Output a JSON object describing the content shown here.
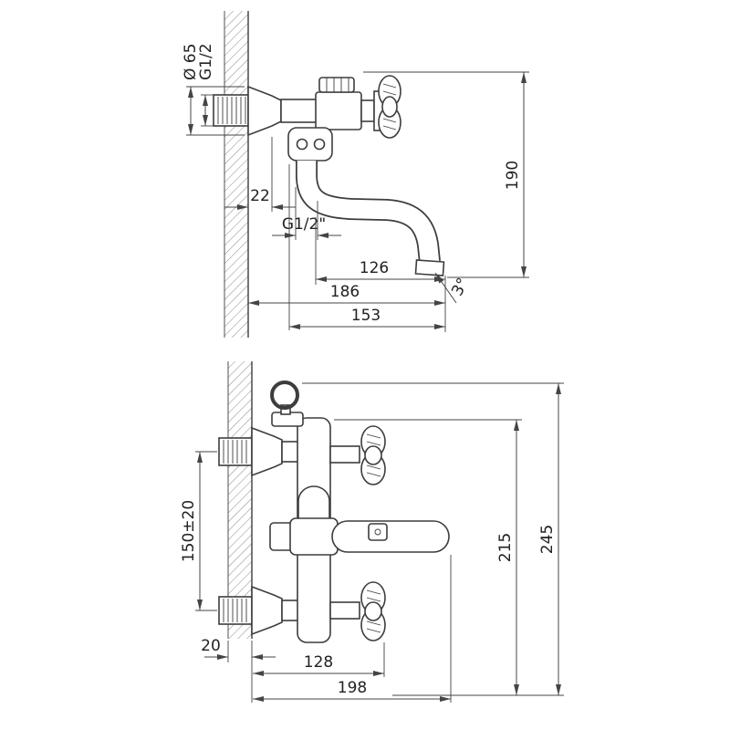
{
  "drawing": {
    "type": "technical-dimension-drawing",
    "subject": "wall-mounted bath mixer faucet, two projection views",
    "line_color": "#3d3d3d",
    "background": "#ffffff",
    "side_view": {
      "name": "side view (top drawing)",
      "dims": {
        "flange_diameter": "Ø 65",
        "inlet_thread": "G1/2",
        "flange_depth": "22",
        "spout_thread": "G1/2\"",
        "spout_reach": "126",
        "overall_reach": "186",
        "projection": "153",
        "drop_height": "190",
        "outlet_angle": "3°"
      }
    },
    "front_view": {
      "name": "front view (bottom drawing)",
      "dims": {
        "inlet_spacing": "150±20",
        "wall_gap": "20",
        "center_width": "128",
        "overall_width": "198",
        "body_height": "215",
        "overall_height": "245"
      }
    }
  }
}
